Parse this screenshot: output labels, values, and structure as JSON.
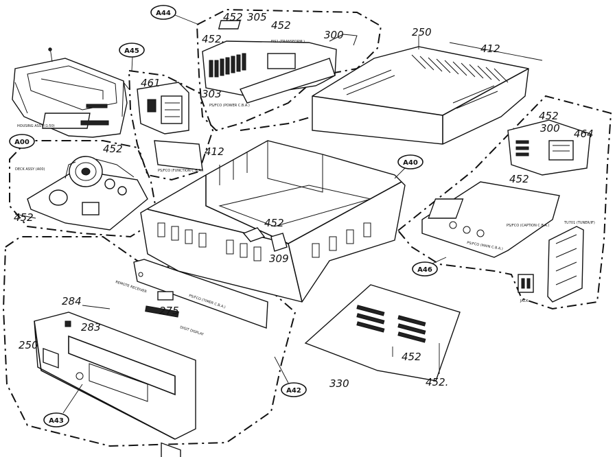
{
  "section_codes": {
    "a44": "A44",
    "a45": "A45",
    "a00": "A00",
    "a40": "A40",
    "a46": "A46",
    "a42": "A42",
    "a43": "A43"
  },
  "part_numbers": {
    "n452_a": "452",
    "n305": "305",
    "n452_b": "452",
    "n452_c": "452.",
    "n300_a": "300",
    "n303": "303",
    "n250_top": "250",
    "n412_top": "412",
    "n461": "461",
    "n452_d": "452",
    "n412_mid": "412",
    "n452_e": "452",
    "n300_b": "300",
    "n464": "464",
    "n452_f": "452",
    "n452_g": "452",
    "n309": "309",
    "n452_h": "452",
    "n284": "284",
    "n275": "275",
    "n283": "283",
    "n250_front": "250",
    "n452_i": "452",
    "n330": "330",
    "n452_j": "452."
  },
  "part_labels": {
    "housing": "HOUSING ASSY (1:50)",
    "deck": "DECK ASSY (A00)",
    "power_cba": "PS/FCO (POWER C.B.A.)",
    "transformer": "FIS1 (TRANSFORM.)",
    "function_cba": "PS/FCO (FUNCTION C.B.A.)",
    "timer_cba": "PS/FCO (TIMER C.B.A.)",
    "remote": "REMOTE RECEIVER",
    "display": "DIGIT DISPLAY",
    "main_cba": "PS/FCO (MAIN C.B.A.)",
    "caption_cba": "PS/FCO (CAPTION C.B.A.)",
    "tuner": "TU701 (TUNER/IF)",
    "jack": "JACK"
  }
}
